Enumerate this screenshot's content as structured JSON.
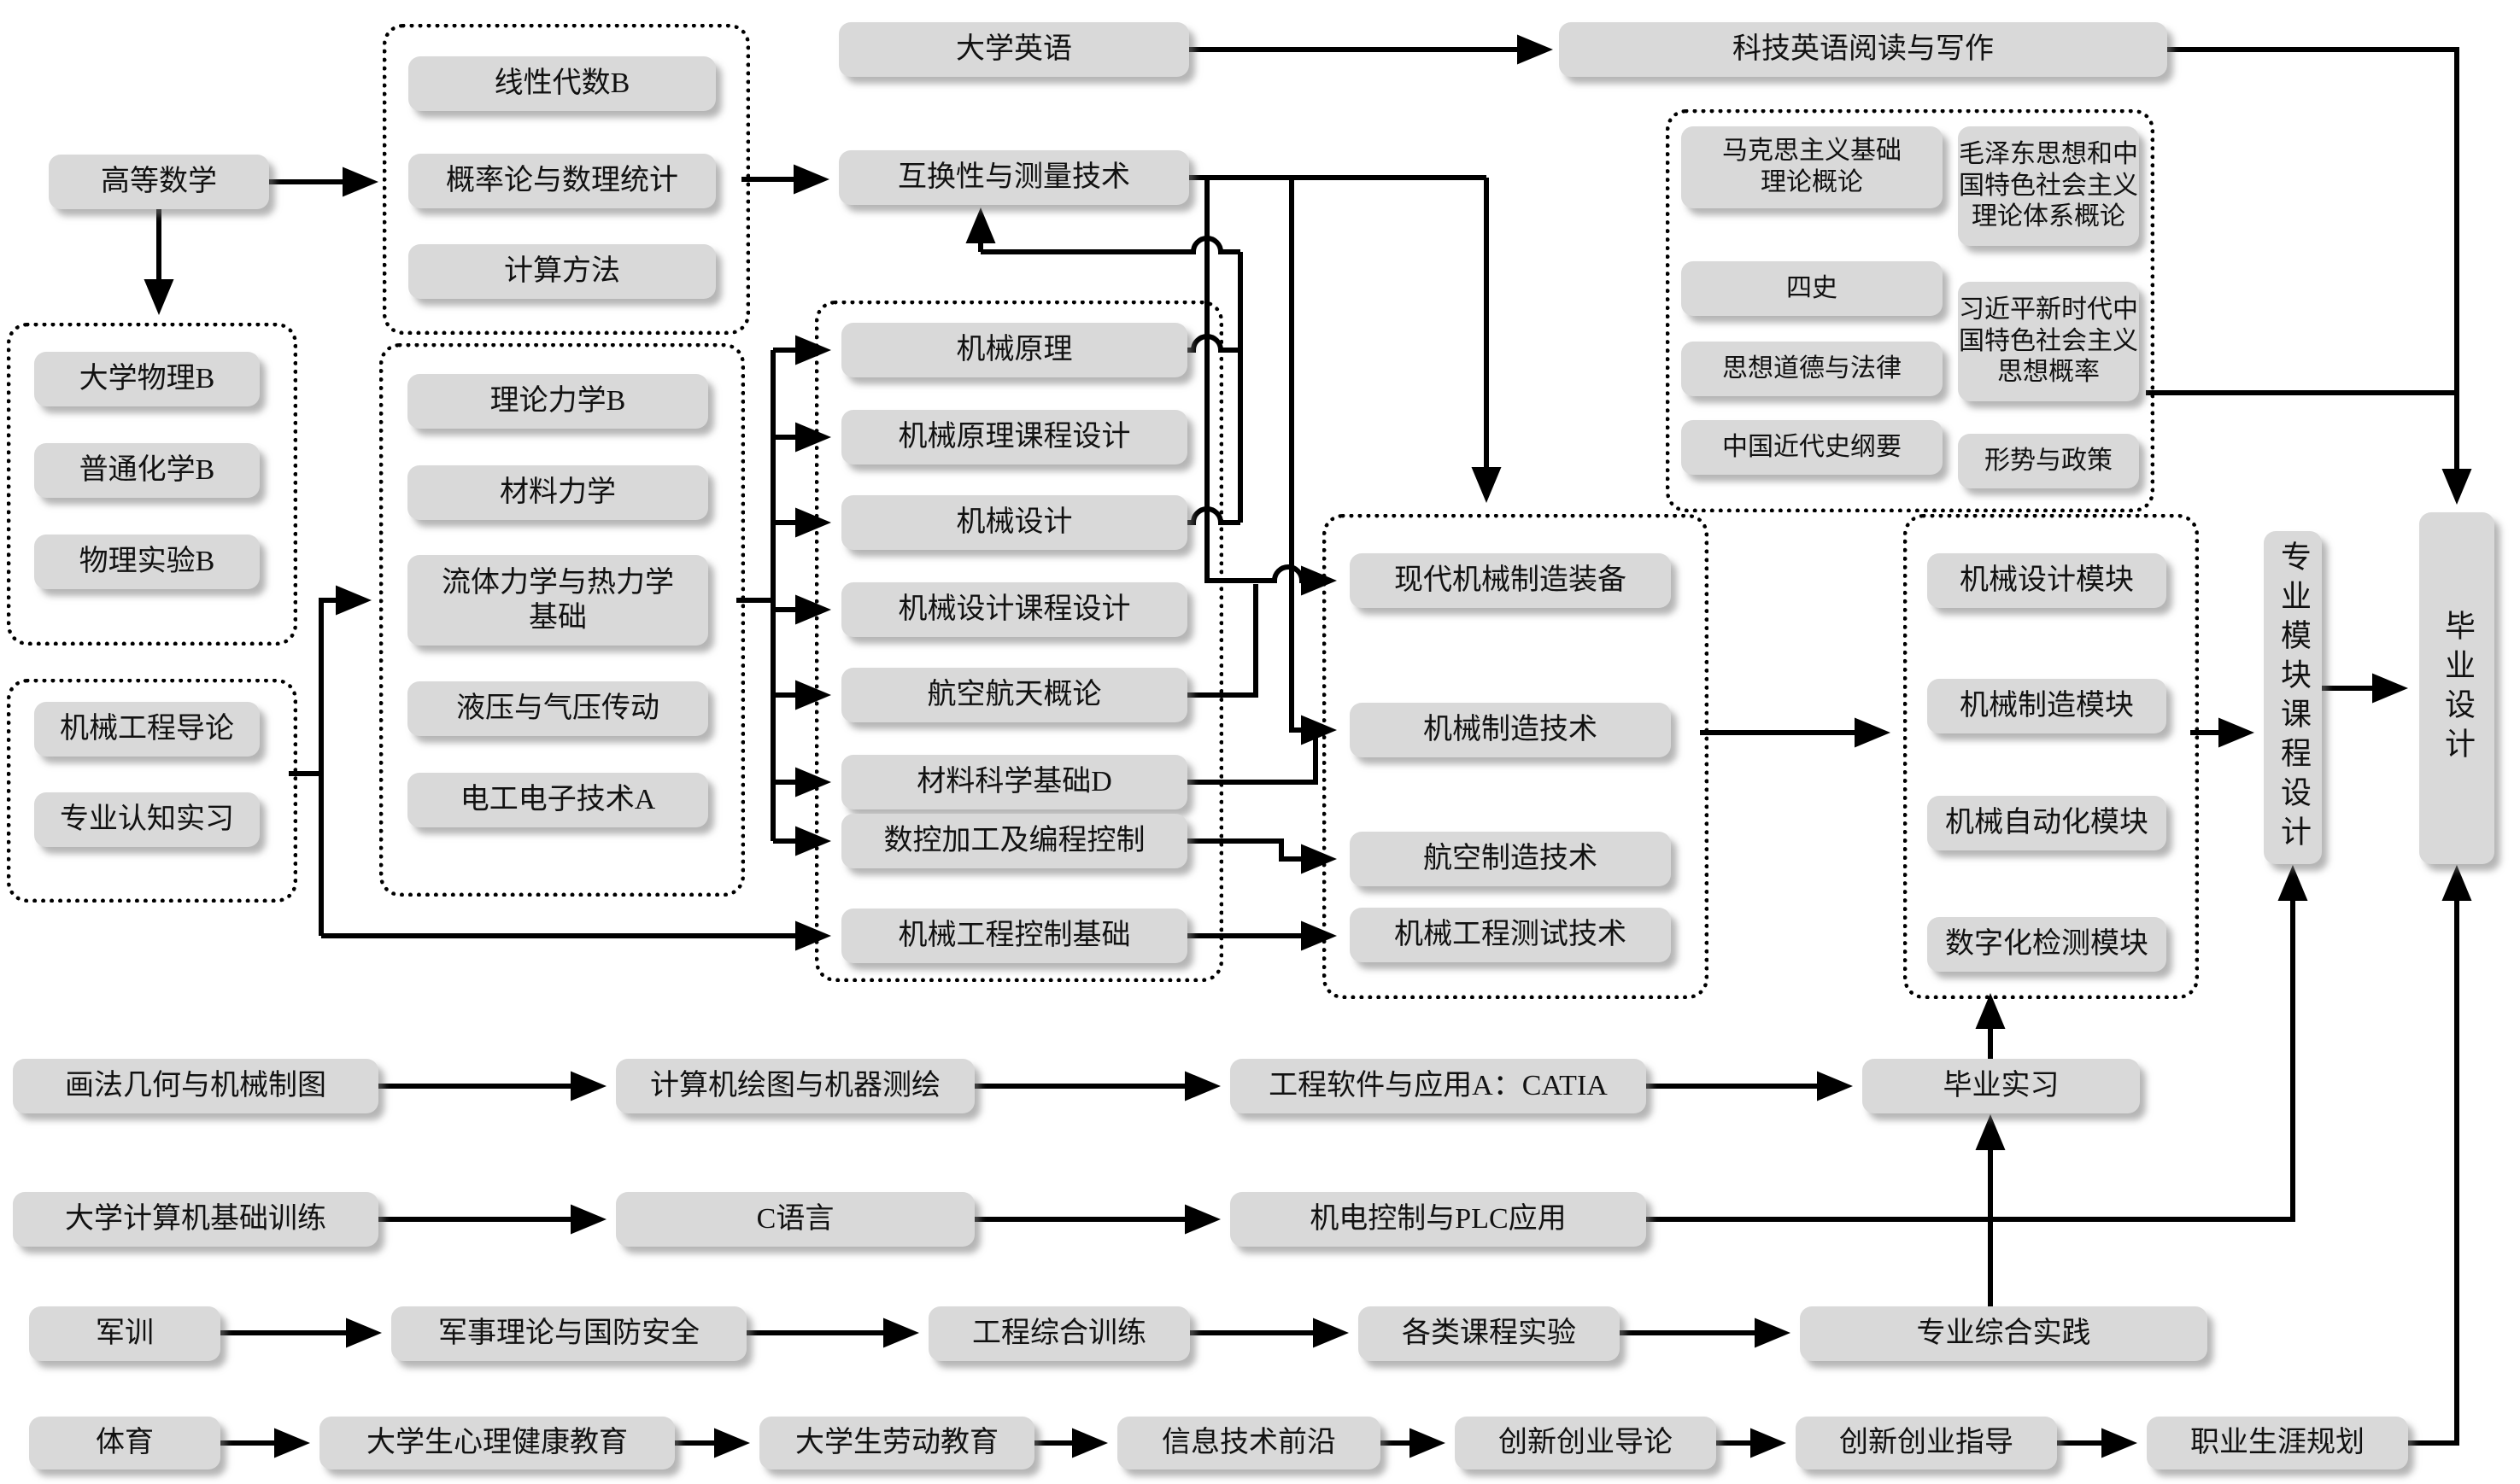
{
  "colors": {
    "box_fill": "#d9d9d9",
    "line": "#000000",
    "group_border": "#000000",
    "background": "#ffffff",
    "text": "#111111"
  },
  "nodes": {
    "advanced_math": "高等数学",
    "college_english": "大学英语",
    "sci_tech_english": "科技英语阅读与写作",
    "interchangeability": "互换性与测量技术",
    "module_course_design": "专业模块课程设计",
    "graduation_design": "毕业设计",
    "descriptive_geometry": "画法几何与机械制图",
    "computer_drawing": "计算机绘图与机器测绘",
    "catia": "工程软件与应用A：CATIA",
    "graduation_internship": "毕业实习",
    "computer_basics": "大学计算机基础训练",
    "c_language": "C语言",
    "plc": "机电控制与PLC应用",
    "military_training": "军训",
    "military_theory": "军事理论与国防安全",
    "engineering_training": "工程综合训练",
    "course_experiments": "各类课程实验",
    "professional_practice": "专业综合实践",
    "pe": "体育",
    "mental_health": "大学生心理健康教育",
    "labor_education": "大学生劳动教育",
    "it_frontier": "信息技术前沿",
    "innovation_intro": "创新创业导论",
    "innovation_guidance": "创新创业指导",
    "career_planning": "职业生涯规划"
  },
  "groups": {
    "math_group": {
      "linear_algebra": "线性代数B",
      "probability": "概率论与数理统计",
      "computation": "计算方法"
    },
    "physics_group": {
      "physics": "大学物理B",
      "chemistry": "普通化学B",
      "physics_lab": "物理实验B"
    },
    "intro_group": {
      "mech_intro": "机械工程导论",
      "cognition_practice": "专业认知实习"
    },
    "mechanics_group": {
      "theoretical_mechanics": "理论力学B",
      "material_mechanics": "材料力学",
      "fluid_thermo": "流体力学与热力学\n基础",
      "hydraulics": "液压与气压传动",
      "electrical": "电工电子技术A"
    },
    "core_group": {
      "mech_principles": "机械原理",
      "mech_principles_cd": "机械原理课程设计",
      "mech_design": "机械设计",
      "mech_design_cd": "机械设计课程设计",
      "aerospace_intro": "航空航天概论",
      "material_science": "材料科学基础D",
      "cnc": "数控加工及编程控制",
      "control_basics": "机械工程控制基础"
    },
    "ideology_group": {
      "marxism": "马克思主义基础\n理论概论",
      "four_histories": "四史",
      "morality_law": "思想道德与法律",
      "modern_history": "中国近代史纲要",
      "mao_thought": "毛泽东思想和中\n国特色社会主义\n理论体系概论",
      "xi_thought": "习近平新时代中\n国特色社会主义\n思想概率",
      "situation_policy": "形势与政策"
    },
    "manufacturing_group": {
      "modern_equipment": "现代机械制造装备",
      "manufacturing_tech": "机械制造技术",
      "aviation_tech": "航空制造技术",
      "testing_tech": "机械工程测试技术"
    },
    "module_group": {
      "design_module": "机械设计模块",
      "manufacturing_module": "机械制造模块",
      "automation_module": "机械自动化模块",
      "digital_module": "数字化检测模块"
    }
  }
}
